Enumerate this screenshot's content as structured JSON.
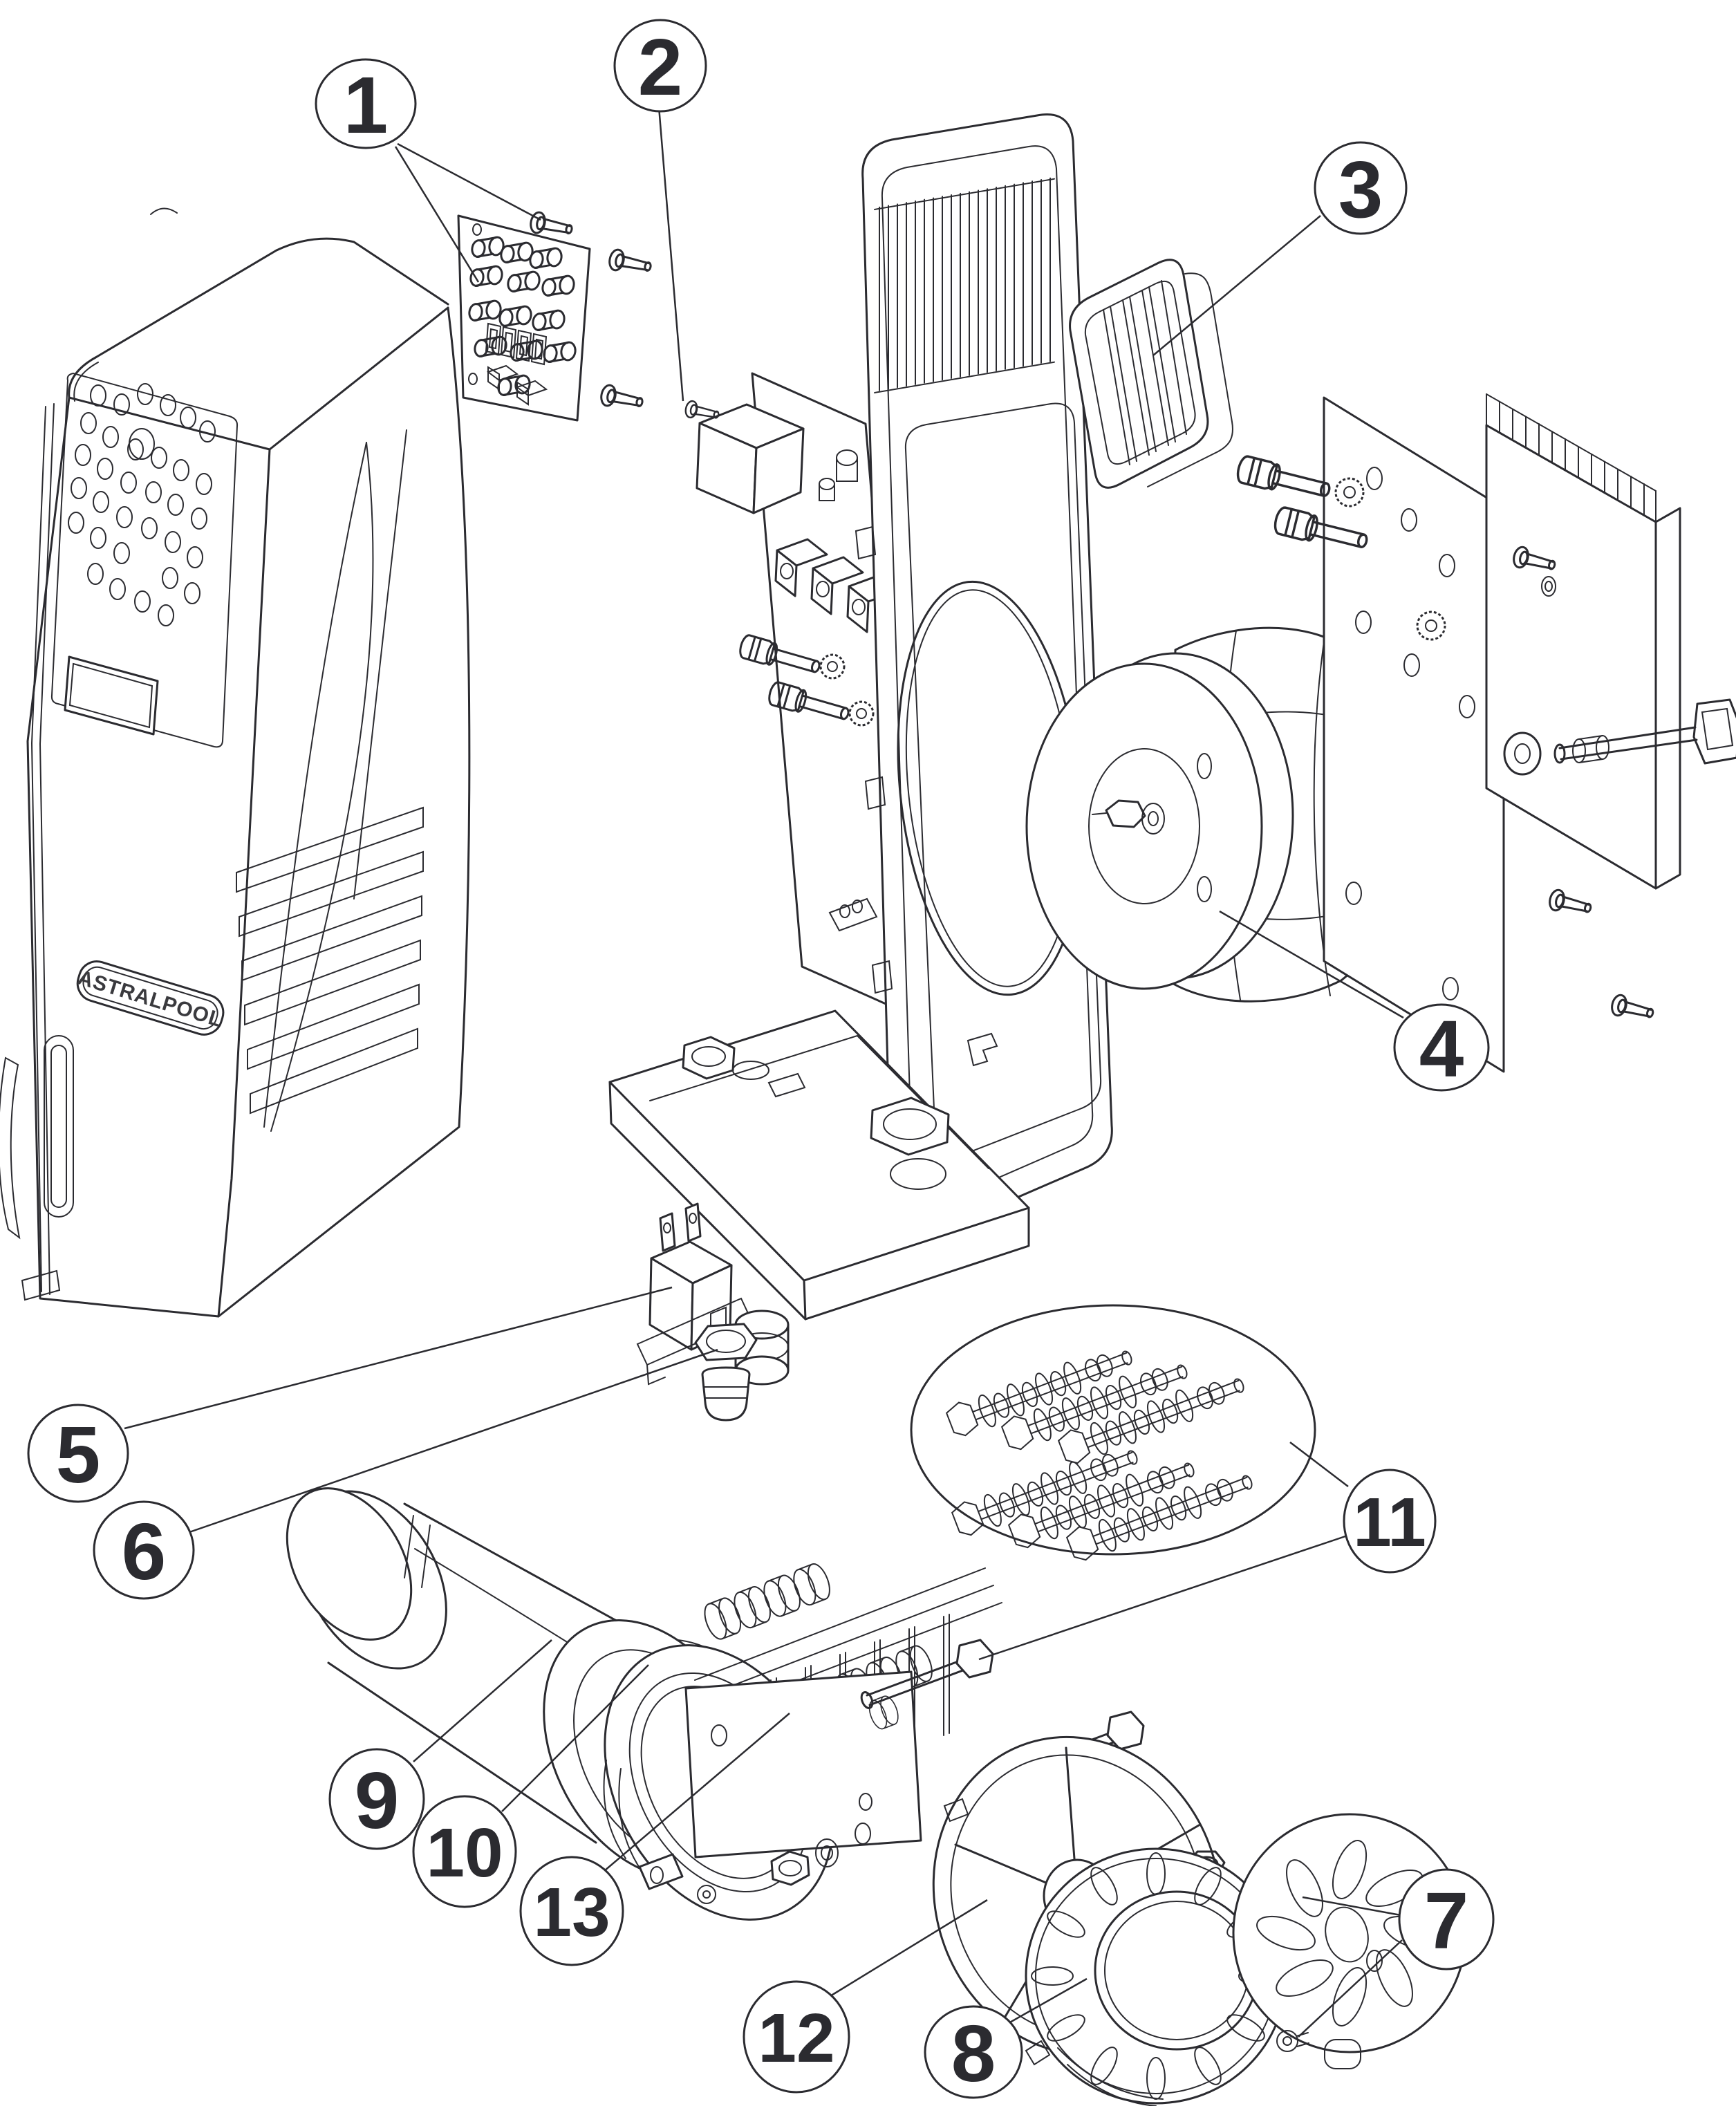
{
  "diagram": {
    "badge_text": "ASTRALPOOL",
    "callouts": [
      {
        "id": 1,
        "label": "1"
      },
      {
        "id": 2,
        "label": "2"
      },
      {
        "id": 3,
        "label": "3"
      },
      {
        "id": 4,
        "label": "4"
      },
      {
        "id": 5,
        "label": "5"
      },
      {
        "id": 6,
        "label": "6"
      },
      {
        "id": 7,
        "label": "7"
      },
      {
        "id": 8,
        "label": "8"
      },
      {
        "id": 9,
        "label": "9"
      },
      {
        "id": 10,
        "label": "10"
      },
      {
        "id": 11,
        "label": "11"
      },
      {
        "id": 12,
        "label": "12"
      },
      {
        "id": 13,
        "label": "13"
      }
    ]
  }
}
